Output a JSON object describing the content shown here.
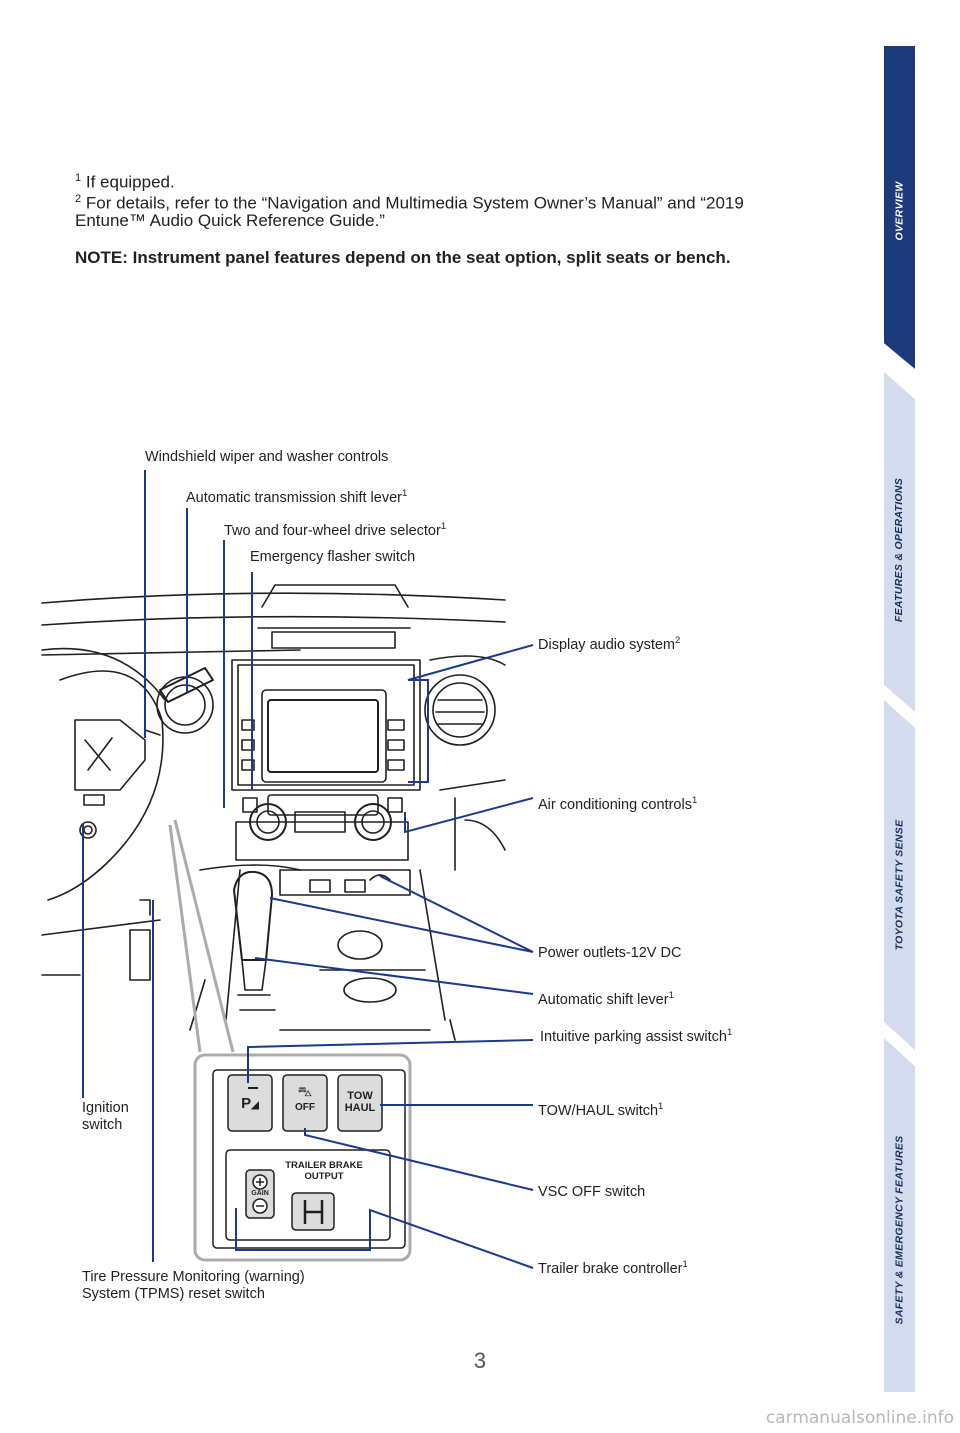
{
  "footnotes": {
    "f1_mark": "1",
    "f1_text": "If equipped.",
    "f2_mark": "2",
    "f2_line1": "For details, refer to the “Navigation and Multimedia System Owner’s Manual” and “2019",
    "f2_line2": "Entune™ Audio Quick Reference Guide.”"
  },
  "note": "NOTE: Instrument panel features depend on the seat option, split seats or bench.",
  "labels": {
    "wiper": "Windshield wiper and washer controls",
    "trans_lever": "Automatic transmission shift lever",
    "trans_lever_sup": "1",
    "drive_selector": "Two and four-wheel drive selector",
    "drive_selector_sup": "1",
    "flasher": "Emergency flasher switch",
    "display_audio": "Display audio system",
    "display_audio_sup": "2",
    "ac": "Air conditioning controls",
    "ac_sup": "1",
    "power_outlets": "Power outlets-12V DC",
    "shift_lever": "Automatic shift lever",
    "shift_lever_sup": "1",
    "parking_assist": "Intuitive parking assist switch",
    "parking_assist_sup": "1",
    "tow_haul": "TOW/HAUL switch",
    "tow_haul_sup": "1",
    "vsc_off": "VSC OFF switch",
    "trailer_brake": "Trailer brake controller",
    "trailer_brake_sup": "1",
    "ignition_1": "Ignition",
    "ignition_2": "switch",
    "tpms_1": "Tire Pressure Monitoring (warning)",
    "tpms_2": "System (TPMS) reset switch"
  },
  "panel": {
    "tow_line1": "TOW",
    "tow_line2": "HAUL",
    "vsc_text": "OFF",
    "trailer_title1": "TRAILER BRAKE",
    "trailer_title2": "OUTPUT",
    "gain": "GAIN",
    "park_text": "P"
  },
  "tabs": {
    "overview": "OVERVIEW",
    "features": "FEATURES & OPERATIONS",
    "safety_sense": "TOYOTA SAFETY SENSE",
    "emergency": "SAFETY & EMERGENCY FEATURES"
  },
  "colors": {
    "tab_active": "#1d3a7a",
    "tab_inactive": "#d3dcef",
    "leader_line": "#1c3a8c",
    "callout_gray": "#a8acaf"
  },
  "page_number": "3",
  "watermark": "carmanualsonline.info"
}
